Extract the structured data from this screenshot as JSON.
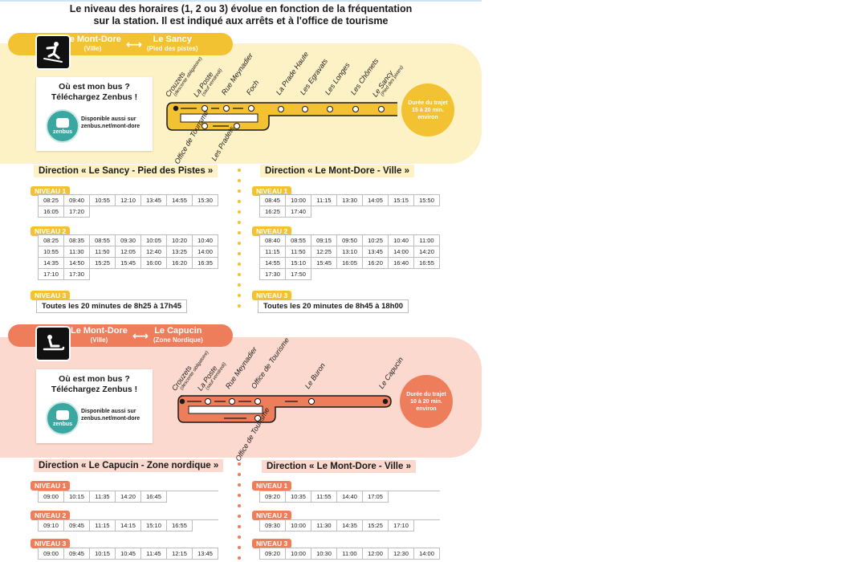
{
  "header": {
    "line1": "Le niveau des horaires (1, 2 ou 3) évolue en fonction de la fréquentation",
    "line2": "sur la station. Il est indiqué aux arrêts et à l'office de tourisme"
  },
  "colors": {
    "yellow": "#f2c233",
    "yellow_bg": "#fdf1c6",
    "salmon": "#ee7d5c",
    "salmon_bg": "#fbd9cf",
    "dark": "#1a1a1a"
  },
  "line1": {
    "icon": "skier-icon",
    "from": "Le Mont-Dore",
    "from_sub": "(Ville)",
    "to": "Le Sancy",
    "to_sub": "(Pied des pistes)",
    "zenbus": {
      "q1": "Où est mon bus ?",
      "q2": "Téléchargez Zenbus !",
      "logo": "zenbus",
      "dispo1": "Disponible aussi sur",
      "dispo2": "zenbus.net/mont-dore"
    },
    "stops_top": [
      {
        "name": "Crouzets",
        "sub": "(descente obligatoire)"
      },
      {
        "name": "La Poste",
        "sub": "(sauf vendredi)"
      },
      {
        "name": "Rue Meynadier",
        "sub": ""
      },
      {
        "name": "Foch",
        "sub": ""
      },
      {
        "name": "La Prade Haute",
        "sub": ""
      },
      {
        "name": "Les Egravats",
        "sub": ""
      },
      {
        "name": "Les Longes",
        "sub": ""
      },
      {
        "name": "Les Chômets",
        "sub": ""
      },
      {
        "name": "Le Sancy",
        "sub": "(Pied des pistes)"
      }
    ],
    "stops_bottom": [
      "Office de Tourisme",
      "Les Pradets"
    ],
    "duration": [
      "Durée du trajet",
      "15 à 20 min.",
      "environ"
    ],
    "dir_a": {
      "title": "Direction « Le Sancy - Pied des Pistes »",
      "n1_label": "NIVEAU 1",
      "n1": [
        "08:25",
        "09:40",
        "10:55",
        "12:10",
        "13:45",
        "14:55",
        "15:30",
        "16:05",
        "17:20"
      ],
      "n2_label": "NIVEAU 2",
      "n2": [
        "08:25",
        "08:35",
        "08:55",
        "09:30",
        "10:05",
        "10:20",
        "10:40",
        "10:55",
        "11:30",
        "11:50",
        "12:05",
        "12:40",
        "13:25",
        "14:00",
        "14:35",
        "14:50",
        "15:25",
        "15:45",
        "16:00",
        "16:20",
        "16:35",
        "17:10",
        "17:30"
      ],
      "n3_label": "NIVEAU 3",
      "n3": "Toutes les 20 minutes de 8h25 à 17h45"
    },
    "dir_b": {
      "title": "Direction « Le Mont-Dore - Ville »",
      "n1_label": "NIVEAU 1",
      "n1": [
        "08:45",
        "10:00",
        "11:15",
        "13:30",
        "14:05",
        "15:15",
        "15:50",
        "16:25",
        "17:40"
      ],
      "n2_label": "NIVEAU 2",
      "n2": [
        "08:40",
        "08:55",
        "09:15",
        "09:50",
        "10:25",
        "10:40",
        "11:00",
        "11:15",
        "11:50",
        "12:25",
        "13:10",
        "13:45",
        "14:00",
        "14:20",
        "14:55",
        "15:10",
        "15:45",
        "16:05",
        "16:20",
        "16:40",
        "16:55",
        "17:30",
        "17:50"
      ],
      "n3_label": "NIVEAU 3",
      "n3": "Toutes les 20 minutes de 8h45 à 18h00"
    }
  },
  "line2": {
    "icon": "sledge-icon",
    "from": "Le Mont-Dore",
    "from_sub": "(Ville)",
    "to": "Le Capucin",
    "to_sub": "(Zone Nordique)",
    "zenbus": {
      "q1": "Où est mon bus ?",
      "q2": "Téléchargez Zenbus !",
      "logo": "zenbus",
      "dispo1": "Disponible aussi sur",
      "dispo2": "zenbus.net/mont-dore"
    },
    "stops_top": [
      {
        "name": "Crouzets",
        "sub": "(descente obligatoire)"
      },
      {
        "name": "La Poste",
        "sub": "(sauf vendredi)"
      },
      {
        "name": "Rue Meynadier",
        "sub": ""
      },
      {
        "name": "Office de Tourisme",
        "sub": ""
      },
      {
        "name": "Le Buron",
        "sub": ""
      },
      {
        "name": "Le Capucin",
        "sub": ""
      }
    ],
    "stops_bottom": [
      "Office de Tourisme"
    ],
    "duration": [
      "Durée du trajet",
      "10 à 20 min.",
      "environ"
    ],
    "dir_a": {
      "title": "Direction « Le Capucin - Zone nordique »",
      "n1_label": "NIVEAU 1",
      "n1": [
        "09:00",
        "10:15",
        "11:35",
        "14:20",
        "16:45"
      ],
      "n2_label": "NIVEAU 2",
      "n2": [
        "09:10",
        "09:45",
        "11:15",
        "14:15",
        "15:10",
        "16:55"
      ],
      "n3_label": "NIVEAU 3",
      "n3": [
        "09:00",
        "09:45",
        "10:15",
        "10:45",
        "11:45",
        "12:15",
        "13:45"
      ]
    },
    "dir_b": {
      "title": "Direction « Le Mont-Dore - Ville »",
      "n1_label": "NIVEAU 1",
      "n1": [
        "09:20",
        "10:35",
        "11:55",
        "14:40",
        "17:05"
      ],
      "n2_label": "NIVEAU 2",
      "n2": [
        "09:30",
        "10:00",
        "11:30",
        "14:35",
        "15:25",
        "17:10"
      ],
      "n3_label": "NIVEAU 3",
      "n3": [
        "09:20",
        "10:00",
        "10:30",
        "11:00",
        "12:00",
        "12:30",
        "14:00"
      ]
    }
  }
}
